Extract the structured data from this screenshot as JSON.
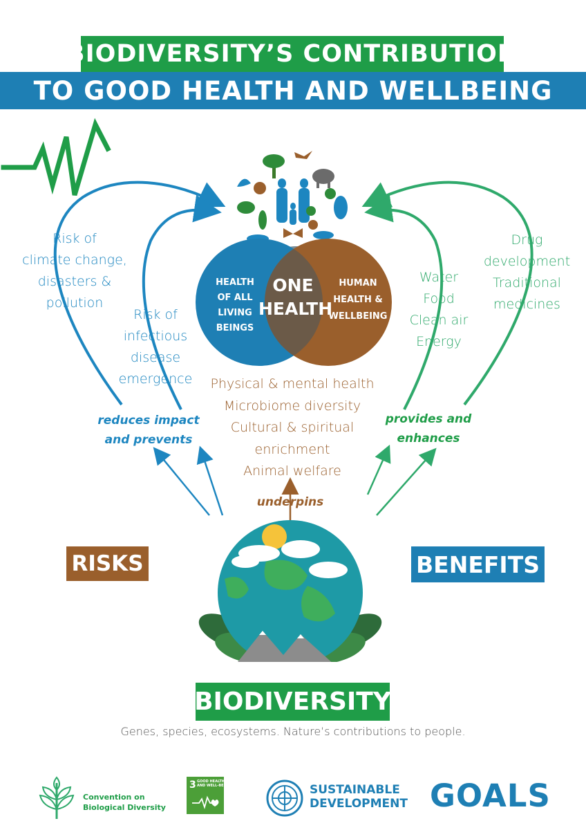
{
  "title": {
    "line1": "BIODIVERSITY’S CONTRIBUTION",
    "line2": "TO GOOD HEALTH AND WELLBEING"
  },
  "one_health": {
    "left": [
      "HEALTH",
      "OF ALL",
      "LIVING",
      "BEINGS"
    ],
    "center": [
      "ONE",
      "HEALTH"
    ],
    "right": [
      "HUMAN",
      "HEALTH &",
      "WELLBEING"
    ]
  },
  "risks_side": {
    "outer": [
      "Risk of",
      "climate change,",
      "disasters &",
      "pollution"
    ],
    "inner": [
      "Risk of",
      "infectious",
      "disease",
      "emergence"
    ],
    "action": [
      "reduces impact",
      "and prevents"
    ],
    "label": "RISKS"
  },
  "benefits_side": {
    "inner": [
      "Water",
      "Food",
      "Clean air",
      "Energy"
    ],
    "outer": [
      "Drug",
      "development",
      "Traditional",
      "medicines"
    ],
    "action": [
      "provides and",
      "enhances"
    ],
    "label": "BENEFITS"
  },
  "center_list": [
    "Physical & mental health",
    "Microbiome diversity",
    "Cultural & spiritual",
    "enrichment",
    "Animal welfare"
  ],
  "underpins": "underpins",
  "biodiversity": {
    "label": "BIODIVERSITY",
    "subtitle": "Genes, species, ecosystems. Nature’s contributions to people."
  },
  "logos": {
    "cbd": [
      "Convention on",
      "Biological Diversity"
    ],
    "sdg3_number": "3",
    "sdg3_text": [
      "GOOD HEALTH",
      "AND WELL-BEING"
    ],
    "sdg_line1": "SUSTAINABLE",
    "sdg_line2": "DEVELOPMENT",
    "sdg_goals": "GOALS"
  },
  "colors": {
    "green": "#1f9d48",
    "blue": "#1e7fb4",
    "brown": "#9a5f2c",
    "light_green": "#2fa96b"
  }
}
